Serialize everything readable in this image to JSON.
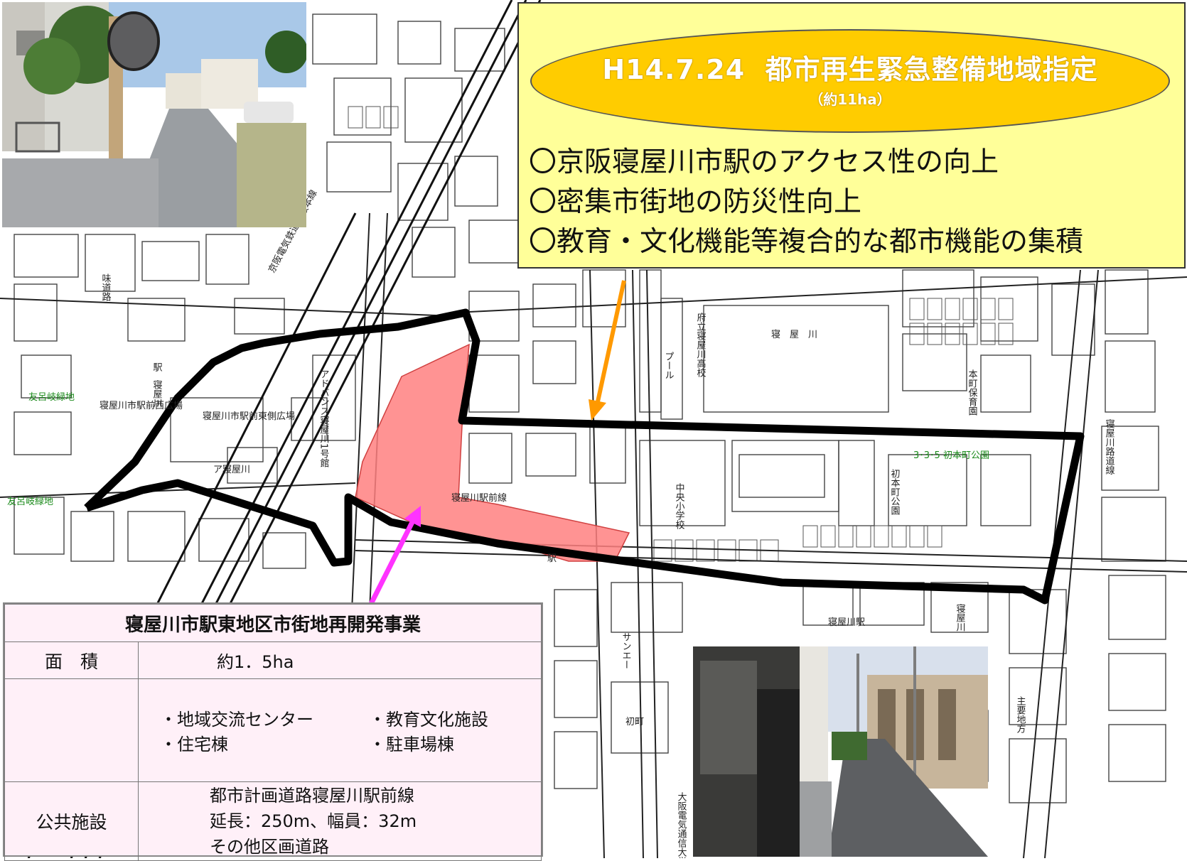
{
  "callout": {
    "date": "H14.7.24",
    "title": "都市再生緊急整備地域指定",
    "area": "（約11ha）",
    "points": [
      "〇京阪寝屋川市駅のアクセス性の向上",
      "〇密集市街地の防災性向上",
      "〇教育・文化機能等複合的な都市機能の集積"
    ]
  },
  "infobox": {
    "title": "寝屋川市駅東地区市街地再開発事業",
    "area_label": "面　積",
    "area_value": "約1．5ha",
    "facilities": [
      "・地域交流センター",
      "・教育文化施設",
      "・住宅棟",
      "・駐車場棟"
    ],
    "public_label": "公共施設",
    "public_lines": [
      "都市計画道路寝屋川駅前線",
      "延長：250m、幅員：32m",
      "その他区画道路"
    ]
  },
  "map_labels": {
    "school_title": "寝　屋　川",
    "high_school": "府立寝屋川高校",
    "pool": "プール",
    "middle_school": "中央小学校",
    "park_name": "3･3･5 初本町公園",
    "park_vertical": "初本町公園",
    "nursery": "本町保育園",
    "station_road": "寝屋川駅前線",
    "station_road_right": "寝屋川駅",
    "sta": "駅",
    "advance": "アドバンス寝屋川1号館",
    "a_neyagawa": "ア寝屋川",
    "west_plaza": "寝屋川市駅前西広場",
    "east_plaza": "寝屋川市駅前東側広場",
    "station_west": "駅",
    "neyagawa_v": "寝屋川",
    "keihan_line": "京阪電気鉄道京阪本線",
    "mido_line": "味道路",
    "green1": "友呂岐緑地",
    "green2": "友呂岐緑地",
    "osaka_univ": "大阪電気通信大学",
    "hatsumachi": "初町",
    "sanei": "サンエー",
    "right_road": "寝屋川路道線",
    "main_road": "主要地方",
    "neyagawa_right": "寝屋川"
  }
}
